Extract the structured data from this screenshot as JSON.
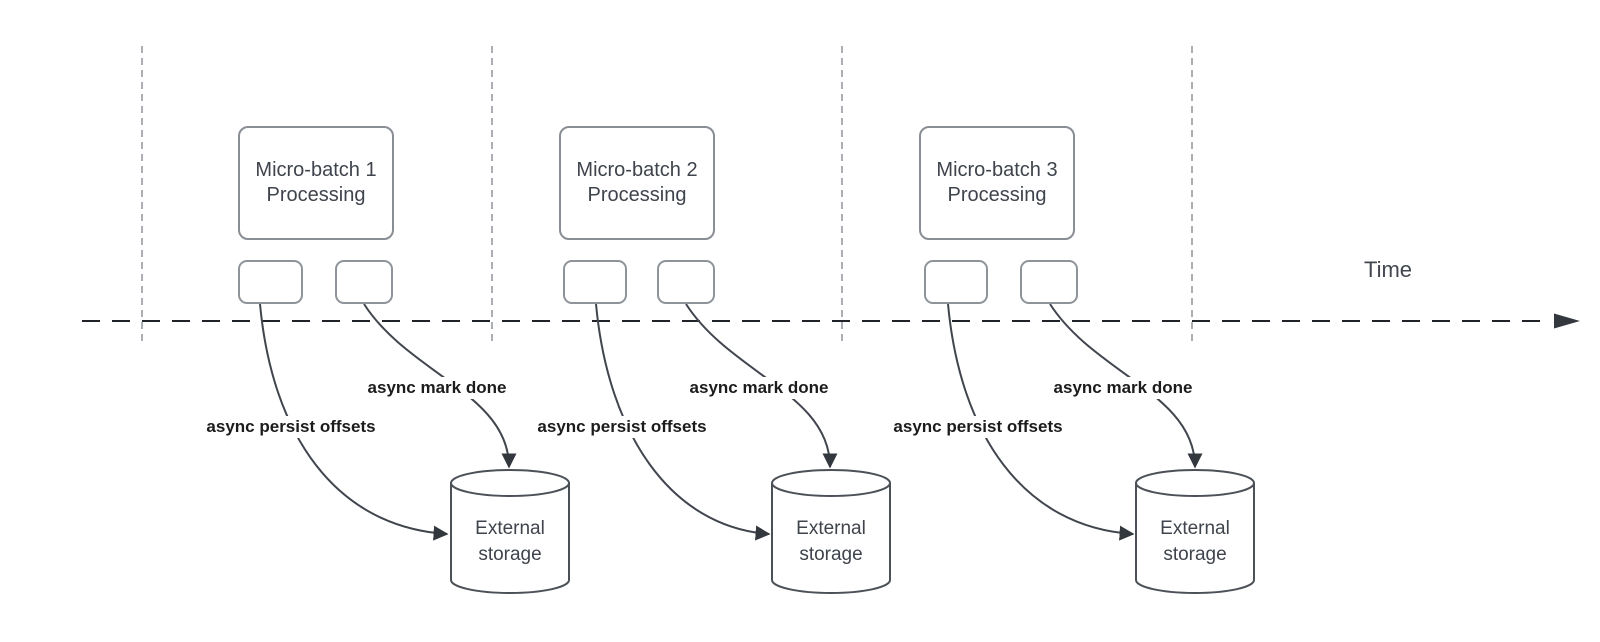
{
  "timeline": {
    "label": "Time"
  },
  "batches": [
    {
      "box_line1": "Micro-batch 1",
      "box_line2": "Processing",
      "persist_offsets_label": "async persist offsets",
      "mark_done_label": "async mark done",
      "storage_line1": "External",
      "storage_line2": "storage"
    },
    {
      "box_line1": "Micro-batch 2",
      "box_line2": "Processing",
      "persist_offsets_label": "async persist offsets",
      "mark_done_label": "async mark done",
      "storage_line1": "External",
      "storage_line2": "storage"
    },
    {
      "box_line1": "Micro-batch 3",
      "box_line2": "Processing",
      "persist_offsets_label": "async persist offsets",
      "mark_done_label": "async mark done",
      "storage_line1": "External",
      "storage_line2": "storage"
    }
  ],
  "colors": {
    "background": "#ffffff",
    "timeline_axis": "#202327",
    "vertical_guides": "#abaeb3",
    "curve_stroke": "#41464e",
    "arrowhead_fill": "#33373e",
    "box_border": "#898e94",
    "cylinder_stroke": "#4c5158",
    "node_text": "#3f444c",
    "bold_label_text": "#1c1c1c"
  }
}
